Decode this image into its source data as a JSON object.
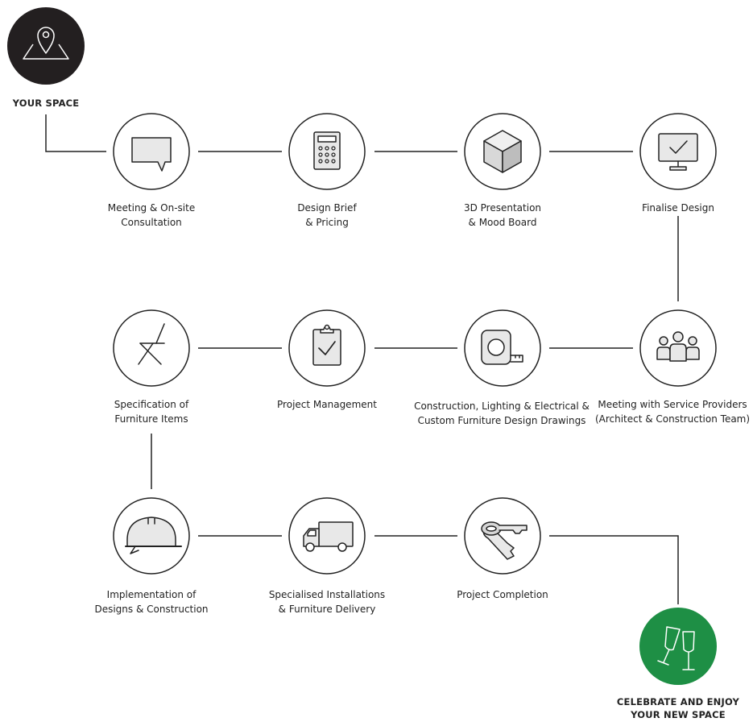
{
  "start": {
    "label": "YOUR SPACE"
  },
  "end": {
    "line1": "CELEBRATE AND ENJOY",
    "line2": "YOUR NEW SPACE"
  },
  "colors": {
    "dark": "#231f20",
    "green": "#1e8f45",
    "stroke": "#222222"
  },
  "steps": [
    {
      "line1": "Meeting & On-site",
      "line2": "Consultation",
      "icon": "speech-bubble-icon"
    },
    {
      "line1": "Design Brief",
      "line2": "& Pricing",
      "icon": "calculator-icon"
    },
    {
      "line1": "3D Presentation",
      "line2": "& Mood Board",
      "icon": "cube-icon"
    },
    {
      "line1": "Finalise Design",
      "line2": "",
      "icon": "monitor-check-icon"
    },
    {
      "line1": "Meeting with Service Providers",
      "line2": "(Architect & Construction Team)",
      "icon": "team-icon"
    },
    {
      "line1": "Construction, Lighting & Electrical &",
      "line2": "Custom Furniture Design Drawings",
      "icon": "tape-measure-icon"
    },
    {
      "line1": "Project Management",
      "line2": "",
      "icon": "clipboard-check-icon"
    },
    {
      "line1": "Specification of",
      "line2": "Furniture Items",
      "icon": "chair-icon"
    },
    {
      "line1": "Implementation of",
      "line2": "Designs & Construction",
      "icon": "hard-hat-icon"
    },
    {
      "line1": "Specialised Installations",
      "line2": "& Furniture Delivery",
      "icon": "delivery-truck-icon"
    },
    {
      "line1": "Project Completion",
      "line2": "",
      "icon": "keys-icon"
    }
  ]
}
